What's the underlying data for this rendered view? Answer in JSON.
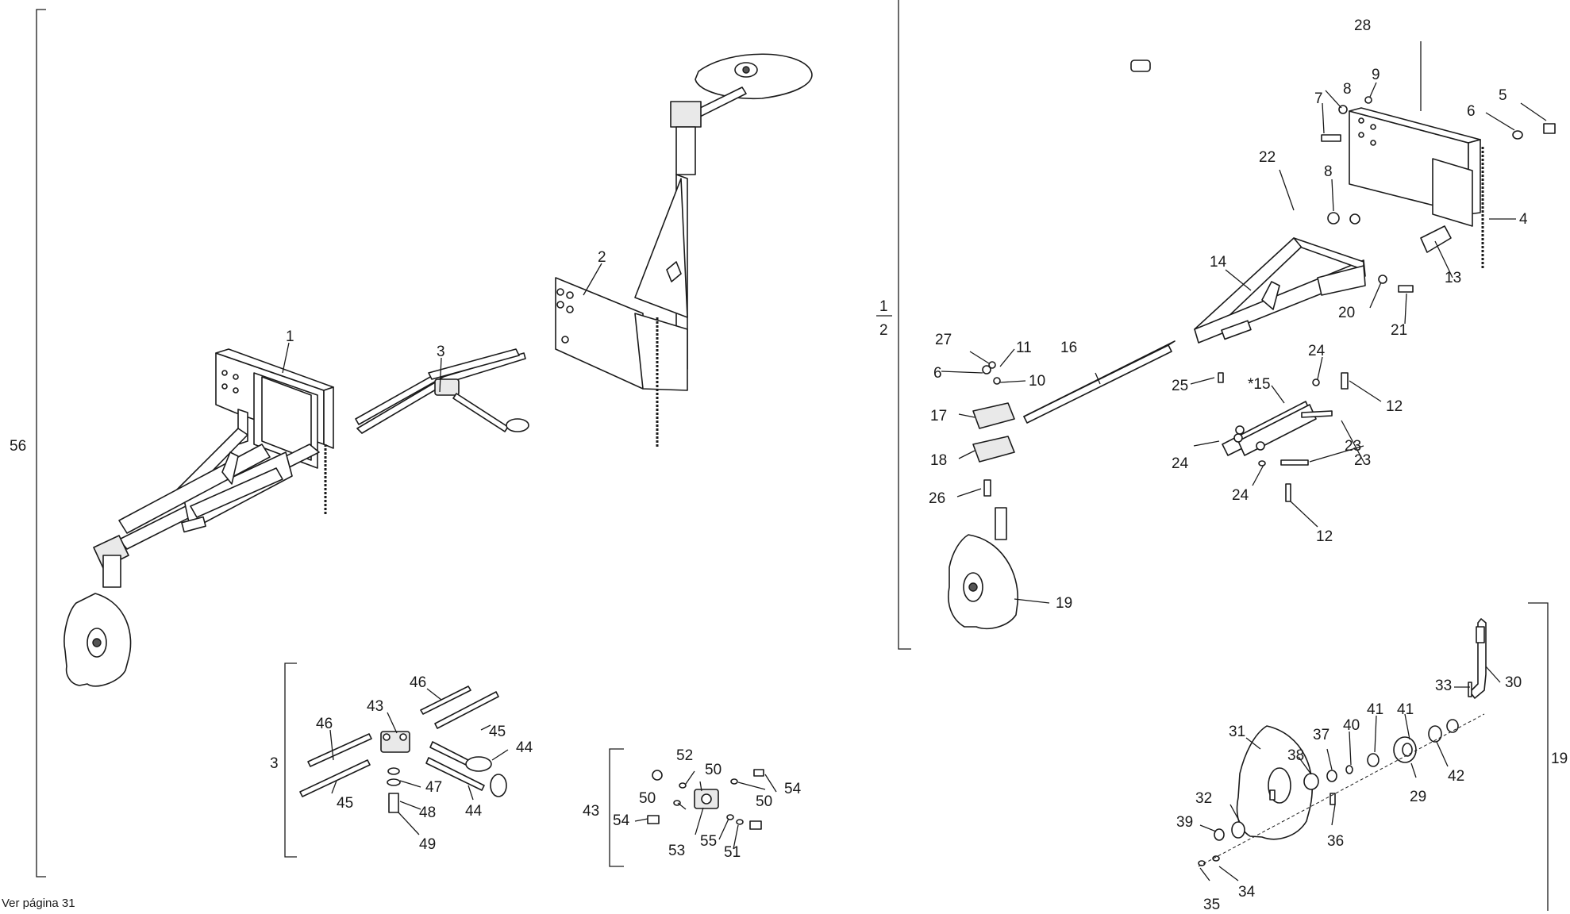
{
  "footer": {
    "note": "Ver página 31"
  },
  "labels": {
    "l56": "56",
    "l1": "1",
    "l2": "2",
    "l3": "3",
    "s3": "3",
    "p43": "43",
    "p46a": "46",
    "p46b": "46",
    "p45a": "45",
    "p45b": "45",
    "p44a": "44",
    "p44b": "44",
    "p47": "47",
    "p48": "48",
    "p49": "49",
    "s43": "43",
    "q52": "52",
    "q50a": "50",
    "q50b": "50",
    "q50c": "50",
    "q54a": "54",
    "q54b": "54",
    "q53": "53",
    "q55": "55",
    "q51": "51",
    "f1": "1",
    "f2": "2",
    "r28": "28",
    "r9": "9",
    "r8a": "8",
    "r7": "7",
    "r6a": "6",
    "r5": "5",
    "r22": "22",
    "r8b": "8",
    "r4": "4",
    "r13": "13",
    "r14": "14",
    "r20": "20",
    "r21": "21",
    "r27": "27",
    "r11": "11",
    "r16": "16",
    "r6b": "6",
    "r10": "10",
    "r24a": "24",
    "r25": "25",
    "r15": "*15",
    "r12a": "12",
    "r17": "17",
    "r23a": "23",
    "r23b": "23",
    "r24b": "24",
    "r18": "18",
    "r24c": "24",
    "r26": "26",
    "r12b": "12",
    "r19a": "19",
    "s19": "19",
    "t30": "30",
    "t33": "33",
    "t41a": "41",
    "t41b": "41",
    "t31": "31",
    "t37": "37",
    "t40": "40",
    "t38": "38",
    "t42": "42",
    "t29": "29",
    "t32": "32",
    "t39": "39",
    "t36": "36",
    "t35": "35",
    "t34": "34"
  },
  "colors": {
    "line": "#1a1a1a",
    "fill": "#e9e9e9",
    "dark": "#555555",
    "background": "#ffffff"
  }
}
